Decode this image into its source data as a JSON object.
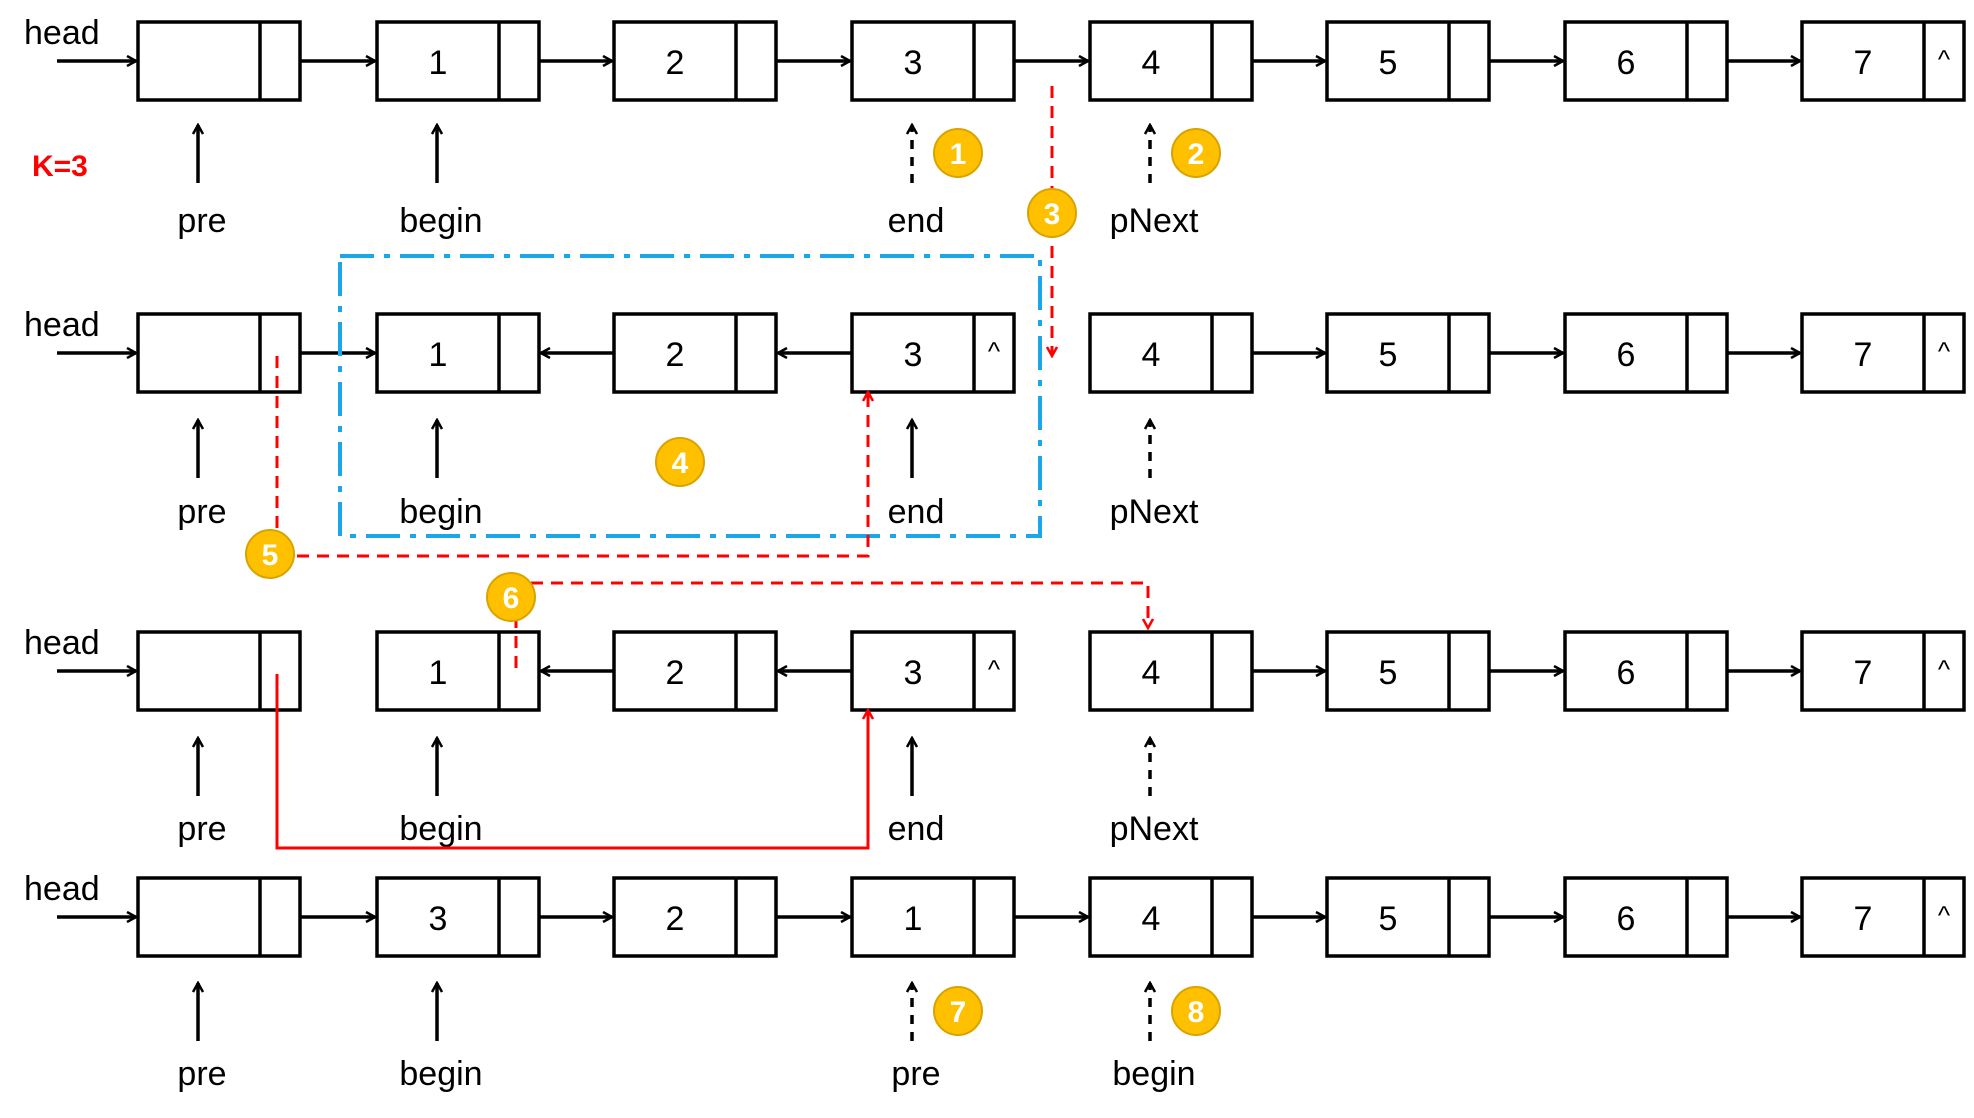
{
  "colors": {
    "line": "#000000",
    "red": "#ff0000",
    "blue": "#1aa6e8",
    "badge_fill": "#ffc000",
    "badge_stroke": "#d9a300",
    "badge_text": "#ffffff"
  },
  "k_label": "K=3",
  "head_label": "head",
  "null_marker": "^",
  "rows": [
    {
      "nodes": [
        "",
        "1",
        "2",
        "3",
        "4",
        "5",
        "6",
        "7"
      ],
      "pointers": [
        {
          "label": "pre",
          "under": 0,
          "style": "solid"
        },
        {
          "label": "begin",
          "under": 1,
          "style": "solid"
        },
        {
          "label": "end",
          "under": 3,
          "style": "dashed",
          "badge": "1"
        },
        {
          "label": "pNext",
          "under": 4,
          "style": "dashed",
          "badge": "2"
        }
      ]
    },
    {
      "nodes": [
        "",
        "1",
        "2",
        "3",
        "4",
        "5",
        "6",
        "7"
      ],
      "pointers": [
        {
          "label": "pre",
          "under": 0,
          "style": "solid"
        },
        {
          "label": "begin",
          "under": 1,
          "style": "solid"
        },
        {
          "label": "end",
          "under": 3,
          "style": "solid"
        },
        {
          "label": "pNext",
          "under": 4,
          "style": "dashed"
        }
      ]
    },
    {
      "nodes": [
        "",
        "1",
        "2",
        "3",
        "4",
        "5",
        "6",
        "7"
      ],
      "pointers": [
        {
          "label": "pre",
          "under": 0,
          "style": "solid"
        },
        {
          "label": "begin",
          "under": 1,
          "style": "solid"
        },
        {
          "label": "end",
          "under": 3,
          "style": "solid"
        },
        {
          "label": "pNext",
          "under": 4,
          "style": "dashed"
        }
      ]
    },
    {
      "nodes": [
        "",
        "3",
        "2",
        "1",
        "4",
        "5",
        "6",
        "7"
      ],
      "pointers": [
        {
          "label": "pre",
          "under": 0,
          "style": "solid"
        },
        {
          "label": "begin",
          "under": 1,
          "style": "solid"
        },
        {
          "label": "pre",
          "under": 3,
          "style": "dashed",
          "badge": "7"
        },
        {
          "label": "begin",
          "under": 4,
          "style": "dashed",
          "badge": "8"
        }
      ]
    }
  ],
  "step_badges": {
    "b3": "3",
    "b4": "4",
    "b5": "5",
    "b6": "6"
  }
}
